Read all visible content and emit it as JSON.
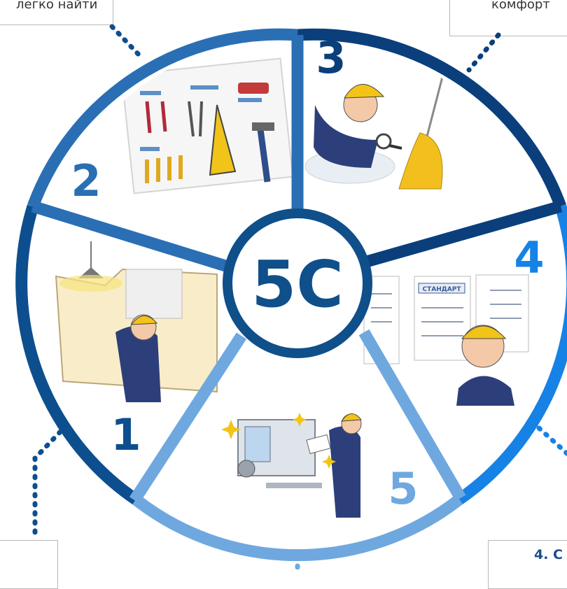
{
  "center": {
    "label": "5С"
  },
  "sectors": [
    {
      "number": "1",
      "color": "#0d4f8e"
    },
    {
      "number": "2",
      "color": "#2a6fb4"
    },
    {
      "number": "3",
      "color": "#0a3f7c"
    },
    {
      "number": "4",
      "color": "#1682e6"
    },
    {
      "number": "5",
      "color": "#6fa8df"
    }
  ],
  "callouts": {
    "top_left": "легко найти",
    "top_right": "комфорт",
    "bottom_left": "",
    "bottom_right": "4. С"
  },
  "illustrations": {
    "sector_4_sign": "СТАНДАРТ"
  }
}
